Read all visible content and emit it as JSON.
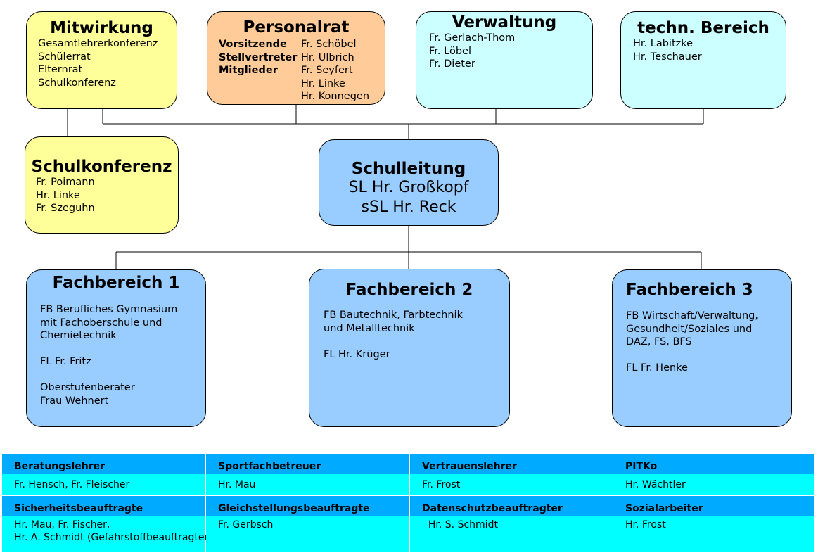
{
  "mitwirkung": {
    "title": "Mitwirkung",
    "items": [
      "Gesamtlehrerkonferenz",
      "Schülerrat",
      "Elternrat",
      "Schulkonferenz"
    ]
  },
  "personalrat": {
    "title": "Personalrat",
    "rows": [
      {
        "role": "Vorsitzende",
        "name": "Fr. Schöbel"
      },
      {
        "role": "Stellvertreter",
        "name": "Hr. Ulbrich"
      },
      {
        "role": "Mitglieder",
        "name": "Fr. Seyfert"
      },
      {
        "role": "",
        "name": "Hr. Linke"
      },
      {
        "role": "",
        "name": "Hr. Konnegen"
      }
    ]
  },
  "verwaltung": {
    "title": "Verwaltung",
    "items": [
      "Fr. Gerlach-Thom",
      "Fr. Löbel",
      "Fr. Dieter"
    ]
  },
  "technik": {
    "title": "techn. Bereich",
    "items": [
      "Hr. Labitzke",
      "Hr. Teschauer"
    ]
  },
  "schulkonferenz": {
    "title": "Schulkonferenz",
    "items": [
      "Fr. Poimann",
      "Hr. Linke",
      "Fr. Szeguhn"
    ]
  },
  "schulleitung": {
    "title": "Schulleitung",
    "line1": "SL Hr. Großkopf",
    "line2": "sSL Hr. Reck"
  },
  "fachbereiche": [
    {
      "title": "Fachbereich 1",
      "lines": [
        "FB Berufliches Gymnasium",
        "mit Fachoberschule und",
        "Chemietechnik",
        "",
        "FL Fr. Fritz",
        "",
        "Oberstufenberater",
        "Frau Wehnert"
      ]
    },
    {
      "title": "Fachbereich 2",
      "lines": [
        "FB Bautechnik, Farbtechnik",
        "und Metalltechnik",
        "",
        "FL Hr. Krüger"
      ]
    },
    {
      "title": "Fachbereich 3",
      "lines": [
        "FB Wirtschaft/Verwaltung,",
        "Gesundheit/Soziales und",
        "DAZ, FS, BFS",
        "",
        "FL Fr. Henke"
      ]
    }
  ],
  "table": {
    "row1_heads": [
      "Beratungslehrer",
      "Sportfachbetreuer",
      "Vertrauenslehrer",
      "PITKo"
    ],
    "row1_values": [
      "Fr. Hensch, Fr. Fleischer",
      "Hr. Mau",
      "Fr. Frost",
      "Hr. Wächtler"
    ],
    "row2_heads": [
      "Sicherheitsbeauftragte",
      "Gleichstellungsbeauftragte",
      "Datenschutzbeauftragter",
      "Sozialarbeiter"
    ],
    "row2_values": [
      [
        "Hr. Mau, Fr. Fischer,",
        "Hr. A. Schmidt (Gefahrstoffbeauftragter)"
      ],
      [
        "Fr. Gerbsch"
      ],
      [
        "  Hr. S. Schmidt"
      ],
      [
        "Hr. Frost"
      ]
    ]
  }
}
